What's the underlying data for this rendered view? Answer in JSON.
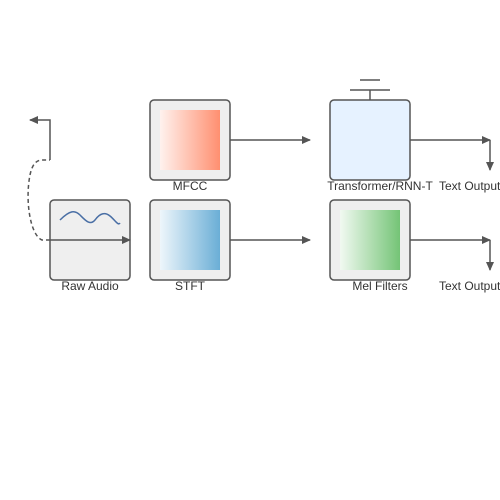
{
  "diagram": {
    "colors": {
      "box_border": "#555555",
      "box_fill": "#efefef",
      "arrow": "#555555",
      "wave": "#4a6fa5",
      "mfcc_gradient": [
        "#fff2ee",
        "#ff8f70"
      ],
      "stft_gradient": [
        "#eef6fb",
        "#6aaed6"
      ],
      "mel_gradient": [
        "#f1f9f1",
        "#74c476"
      ],
      "transformer_fill": "#e6f2ff"
    },
    "nodes": {
      "raw_audio": {
        "label": "Raw Audio",
        "icon": "waveform-icon"
      },
      "stft": {
        "label": "STFT"
      },
      "mel_filters": {
        "label": "Mel Filters"
      },
      "mfcc": {
        "label": "MFCC"
      },
      "transformer": {
        "label": "Transformer/RNN-T",
        "icon": "antenna-icon"
      }
    },
    "outputs": {
      "top": {
        "label": "Text Output"
      },
      "bottom": {
        "label": "Text Output"
      }
    }
  }
}
